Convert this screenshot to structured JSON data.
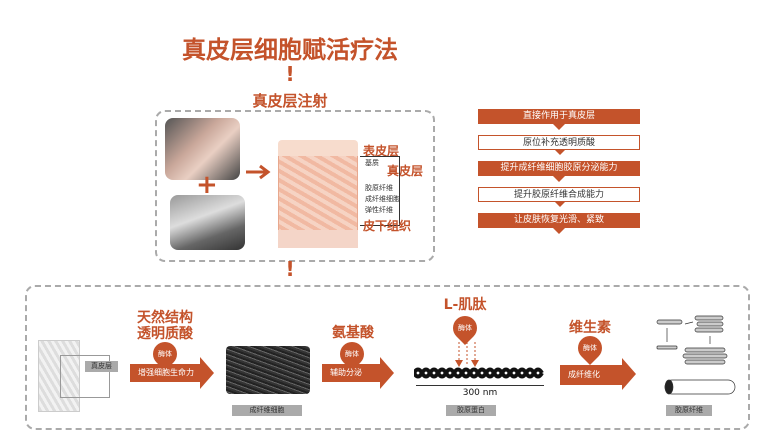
{
  "title": "真皮层细胞赋活疗法",
  "injection": {
    "title": "真皮层注射",
    "plus": "+"
  },
  "skin_labels": {
    "epidermis": "表皮层",
    "matrix": "基质",
    "dermis": "真皮层",
    "collagen_fiber": "胶原纤维",
    "fibroblast": "成纤维细胞",
    "elastic_fiber": "弹性纤维",
    "subcutaneous": "皮下组织"
  },
  "flow": [
    "直接作用于真皮层",
    "原位补充透明质酸",
    "提升成纤维细胞胶原分泌能力",
    "提升胶原纤维合成能力",
    "让皮肤恢复光滑、紧致"
  ],
  "process": {
    "dermis_label": "真皮层",
    "step1": {
      "line1": "天然结构",
      "line2": "透明质酸",
      "pin": "酶体",
      "arrow": "增强细胞生命力"
    },
    "fibroblast_label": "成纤维细胞",
    "step2": {
      "title": "氨基酸",
      "pin": "酶体",
      "arrow": "辅助分泌"
    },
    "step3": {
      "title": "L-肌肽",
      "pin": "酶体",
      "scale": "300 nm"
    },
    "protein_label": "胶原蛋白",
    "step4": {
      "title": "维生素",
      "pin": "酶体",
      "arrow": "成纤维化"
    },
    "collagen_label": "胶原纤维"
  },
  "colors": {
    "accent": "#c4532b"
  }
}
